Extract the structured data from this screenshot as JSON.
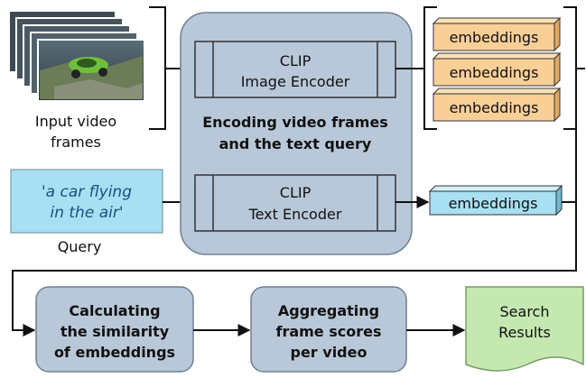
{
  "inputs": {
    "video_label_line1": "Input video",
    "video_label_line2": "frames",
    "query_text_line1": "'a car flying",
    "query_text_line2": "in the air'",
    "query_label": "Query"
  },
  "encoder_group": {
    "title_line1": "Encoding video frames",
    "title_line2": "and the text query",
    "image_encoder_line1": "CLIP",
    "image_encoder_line2": "Image Encoder",
    "text_encoder_line1": "CLIP",
    "text_encoder_line2": "Text Encoder"
  },
  "image_embeddings": [
    "embeddings",
    "embeddings",
    "embeddings"
  ],
  "text_embedding": "embeddings",
  "pipeline": {
    "similarity_line1": "Calculating",
    "similarity_line2": "the similarity",
    "similarity_line3": "of embeddings",
    "aggregate_line1": "Aggregating",
    "aggregate_line2": "frame scores",
    "aggregate_line3": "per video",
    "results_line1": "Search",
    "results_line2": "Results"
  },
  "colors": {
    "encoder_fill": "#b8c8d8",
    "image_embedding_fill": "#f9cf98",
    "text_embedding_fill": "#a8dff2",
    "query_fill": "#a8dff2",
    "results_fill": "#c4e8b0"
  }
}
